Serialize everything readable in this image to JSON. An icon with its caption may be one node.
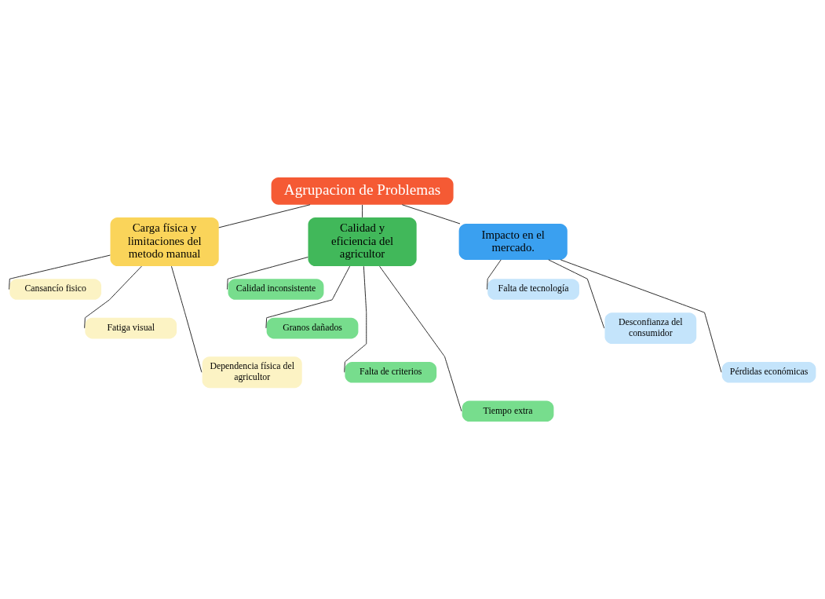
{
  "diagram": {
    "nodes": [
      {
        "text": [
          "Agrupacion de Problemas"
        ]
      },
      {
        "text": [
          "Carga física y limitaciones del metodo manual"
        ]
      },
      {
        "text": [
          "Calidad y eficiencia del agricultor"
        ]
      },
      {
        "text": [
          "Impacto en el mercado."
        ]
      },
      {
        "text": [
          "Cansancío fisico"
        ]
      },
      {
        "text": [
          "Fatiga visual"
        ]
      },
      {
        "text": [
          "Dependencia física del agricultor"
        ]
      },
      {
        "text": [
          "Calidad inconsistente"
        ]
      },
      {
        "text": [
          "Granos dañados"
        ]
      },
      {
        "text": [
          "Falta de criterios"
        ]
      },
      {
        "text": [
          "Tiempo extra"
        ]
      },
      {
        "text": [
          "Falta de tecnología"
        ]
      },
      {
        "text": [
          "Desconfianza del consumidor"
        ]
      },
      {
        "text": [
          "Pérdidas económicas"
        ]
      }
    ],
    "edges": [
      {
        "from": 0,
        "to": 1,
        "arrow": "none"
      },
      {
        "from": 0,
        "to": 2,
        "arrow": "none"
      },
      {
        "from": 0,
        "to": 3,
        "arrow": "none"
      },
      {
        "from": 1,
        "to": 4,
        "arrow": "none"
      },
      {
        "from": 1,
        "to": 5,
        "arrow": "none"
      },
      {
        "from": 1,
        "to": 6,
        "arrow": "none"
      },
      {
        "from": 2,
        "to": 7,
        "arrow": "none"
      },
      {
        "from": 2,
        "to": 8,
        "arrow": "none"
      },
      {
        "from": 2,
        "to": 9,
        "arrow": "none"
      },
      {
        "from": 2,
        "to": 10,
        "arrow": "none"
      },
      {
        "from": 3,
        "to": 11,
        "arrow": "none"
      },
      {
        "from": 3,
        "to": 12,
        "arrow": "none"
      },
      {
        "from": 3,
        "to": 13,
        "arrow": "none"
      }
    ]
  }
}
